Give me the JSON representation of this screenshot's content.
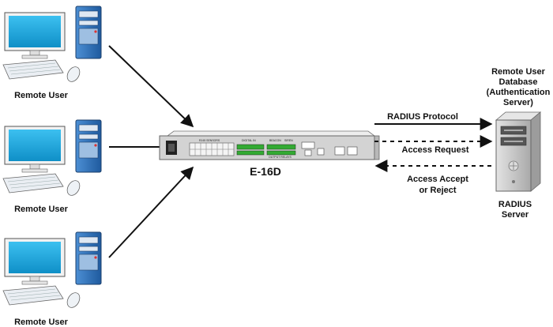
{
  "remote_users": [
    {
      "label": "Remote User"
    },
    {
      "label": "Remote User"
    },
    {
      "label": "Remote User"
    }
  ],
  "device": {
    "name": "E-16D",
    "panel_labels": {
      "sensors": "RJ45 SENSORS",
      "digital_in": "DIGITAL IN",
      "beacon": "BEACON",
      "siren": "SIREN",
      "output_relays": "OUTPUT RELAYS"
    }
  },
  "links": {
    "protocol": "RADIUS Protocol",
    "request": "Access Request",
    "response_line1": "Access Accept",
    "response_line2": "or Reject"
  },
  "database": {
    "line1": "Remote User",
    "line2": "Database",
    "line3": "(Authentication",
    "line4": "Server)"
  },
  "server": {
    "line1": "RADIUS",
    "line2": "Server"
  },
  "colors": {
    "monitor_screen": "#1aa7df",
    "tower_blue": "#2f6fb5",
    "device_body": "#d7d7d7",
    "server_gray": "#c8c8c8"
  }
}
